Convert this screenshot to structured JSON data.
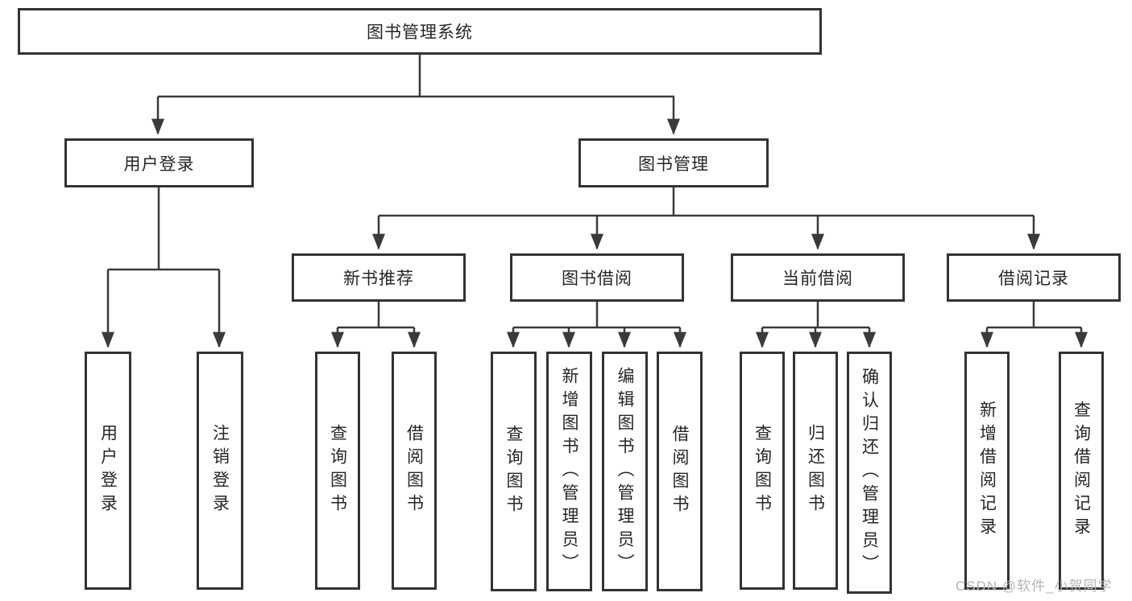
{
  "root": {
    "label": "图书管理系统"
  },
  "branches": [
    {
      "label": "用户登录"
    },
    {
      "label": "图书管理"
    }
  ],
  "modules": [
    {
      "label": "新书推荐"
    },
    {
      "label": "图书借阅"
    },
    {
      "label": "当前借阅"
    },
    {
      "label": "借阅记录"
    }
  ],
  "functions": {
    "login": [
      "用户登录",
      "注销登录"
    ],
    "newbook": [
      "查询图书",
      "借阅图书"
    ],
    "borrow": [
      "查询图书",
      "新增图书（管理员）",
      "编辑图书（管理员）",
      "借阅图书"
    ],
    "current": [
      "查询图书",
      "归还图书",
      "确认归还（管理员）"
    ],
    "records": [
      "新增借阅记录",
      "查询借阅记录"
    ]
  },
  "watermark": {
    "text": "CSDN @软件_小贺同学"
  },
  "colors": {
    "line": "#3a3a3a",
    "border": "#333333",
    "text": "#262626",
    "background": "#ffffff",
    "watermark": "#b5b5b6"
  }
}
